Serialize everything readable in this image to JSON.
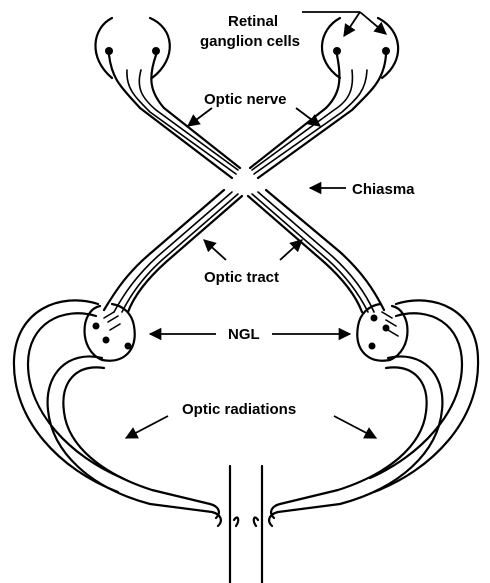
{
  "labels": {
    "retinal_line1": "Retinal",
    "retinal_line2": "ganglion cells",
    "optic_nerve": "Optic nerve",
    "chiasma": "Chiasma",
    "optic_tract": "Optic tract",
    "ngl": "NGL",
    "optic_radiations": "Optic radiations"
  },
  "colors": {
    "ink": "#000000",
    "background": "#ffffff"
  }
}
